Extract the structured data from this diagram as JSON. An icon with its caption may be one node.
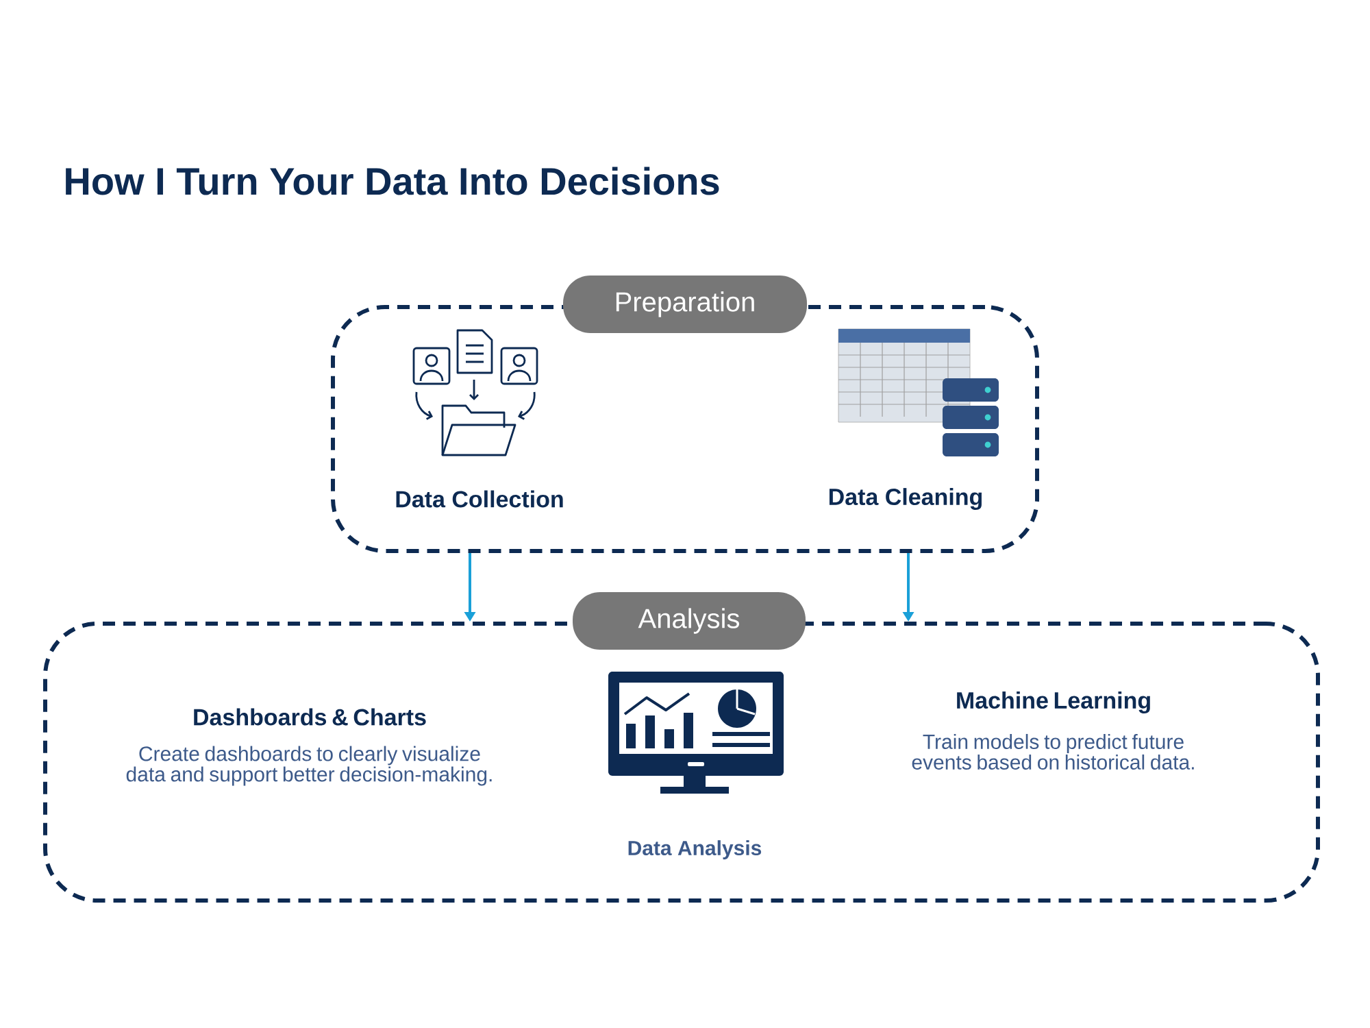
{
  "diagram": {
    "title": "How I Turn Your Data Into Decisions",
    "nodes": [
      {
        "text": [
          "Preparation"
        ]
      },
      {
        "text": [
          "Data Collection"
        ],
        "in": 0
      },
      {
        "text": [
          "Data Cleaning"
        ],
        "in": 0
      },
      {
        "text": [
          "Analysis"
        ]
      },
      {
        "text": [
          "Dashboards & Charts",
          "Create dashboards to clearly visualize data and support better decision-making."
        ],
        "in": 3
      },
      {
        "text": [
          "Data Analysis"
        ],
        "in": 3
      },
      {
        "text": [
          "Machine Learning",
          "Train models to predict future events based on historical data."
        ],
        "in": 3
      }
    ],
    "edges": [
      {
        "from": 0,
        "to": 3,
        "arrow": "to"
      },
      {
        "from": 0,
        "to": 3,
        "arrow": "to"
      }
    ]
  }
}
